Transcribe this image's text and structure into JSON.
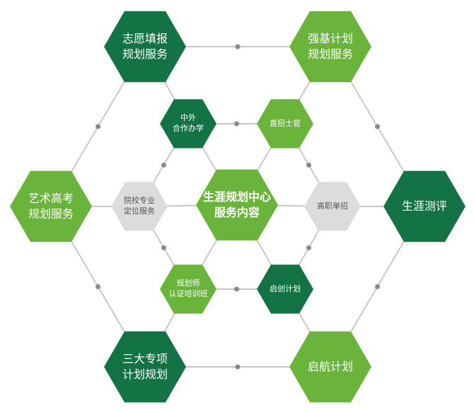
{
  "colors": {
    "dark_green": "#137344",
    "light_green": "#6bb43c",
    "center_green": "#6bb43c",
    "gray_fill": "#dcdcdc",
    "line": "#c8c8c8",
    "dot": "#8a8a8a"
  },
  "center": {
    "label": "生涯规划中心\n服务内容"
  },
  "outer_nodes": [
    {
      "id": "zhiyuan",
      "label": "志愿填报\n规划服务",
      "style": "dark"
    },
    {
      "id": "qiangji",
      "label": "强基计划\n规划服务",
      "style": "light"
    },
    {
      "id": "shengya",
      "label": "生涯测评",
      "style": "dark"
    },
    {
      "id": "qihang",
      "label": "启航计划",
      "style": "light"
    },
    {
      "id": "sanda",
      "label": "三大专项\n计划规划",
      "style": "dark"
    },
    {
      "id": "yishu",
      "label": "艺术高考\n规划服务",
      "style": "light"
    }
  ],
  "inner_nodes": [
    {
      "id": "zhongwai",
      "label": "中外\n合作办学",
      "style": "dark"
    },
    {
      "id": "zhizhao",
      "label": "直招士官",
      "style": "light"
    },
    {
      "id": "gaozhi",
      "label": "高职单招",
      "style": "gray"
    },
    {
      "id": "qichuang",
      "label": "启创计划",
      "style": "dark"
    },
    {
      "id": "guihuashi",
      "label": "规划师\n认证培训班",
      "style": "light"
    },
    {
      "id": "yuanxiao",
      "label": "院校专业\n定位服务",
      "style": "gray"
    }
  ]
}
